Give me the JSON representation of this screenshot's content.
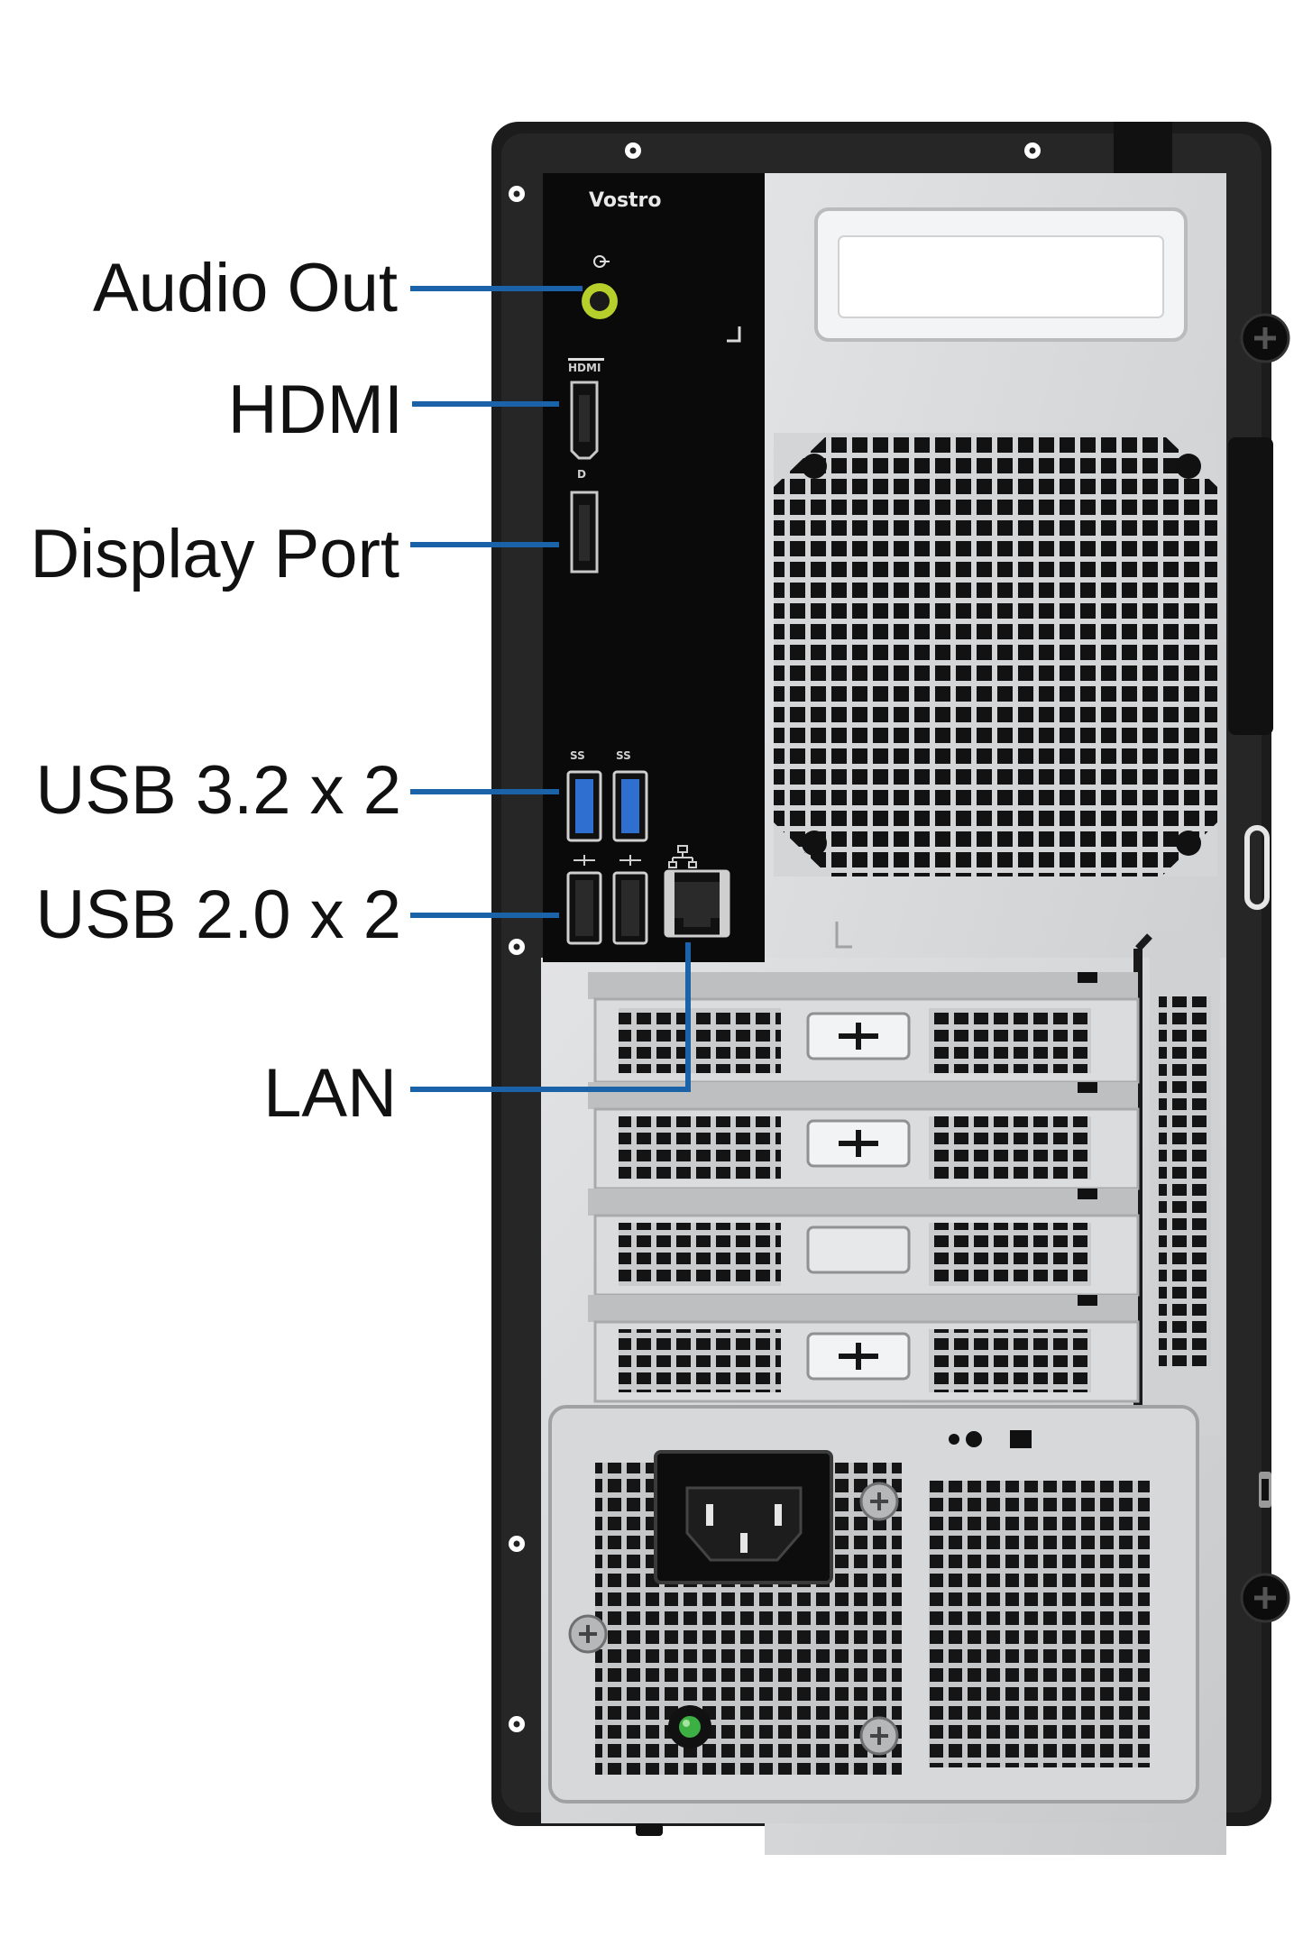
{
  "brand": "Vostro",
  "port_symbols": {
    "hdmi": "HDMI",
    "displayport": "D",
    "usb3": "SS"
  },
  "labels": {
    "audio_out": "Audio Out",
    "hdmi": "HDMI",
    "display_port": "Display Port",
    "usb32": "USB 3.2 x 2",
    "usb20": "USB 2.0 x 2",
    "lan": "LAN"
  },
  "colors": {
    "callout_line": "#1a63a8",
    "case_frame": "#1c1c1c",
    "chassis": "#d3d5d7",
    "io_panel": "#0a0a0a",
    "audio_jack": "#b6cf2a",
    "usb3_blue": "#2f6fcf",
    "power_led": "#3cb043"
  }
}
